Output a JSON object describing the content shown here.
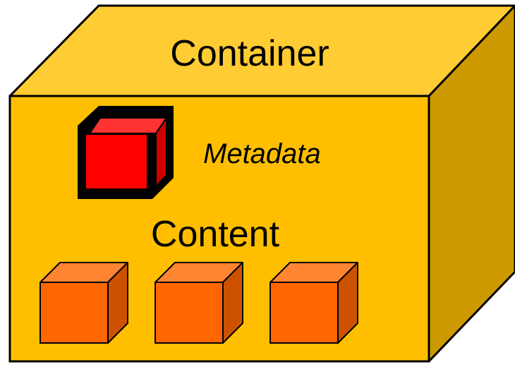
{
  "diagram": {
    "container_label": "Container",
    "metadata_label": "Metadata",
    "content_label": "Content"
  },
  "colors": {
    "container_front": "#ffbf00",
    "container_top": "#ffcc33",
    "container_side": "#cc9900",
    "metadata_front": "#ff0000",
    "metadata_top": "#ff3333",
    "metadata_side": "#cc0000",
    "metadata_border": "#000000",
    "content_front": "#ff6600",
    "content_top": "#ff8533",
    "content_side": "#cc5200",
    "outline": "#000000"
  },
  "content_items": [
    {
      "name": "content-cube-1"
    },
    {
      "name": "content-cube-2"
    },
    {
      "name": "content-cube-3"
    }
  ]
}
